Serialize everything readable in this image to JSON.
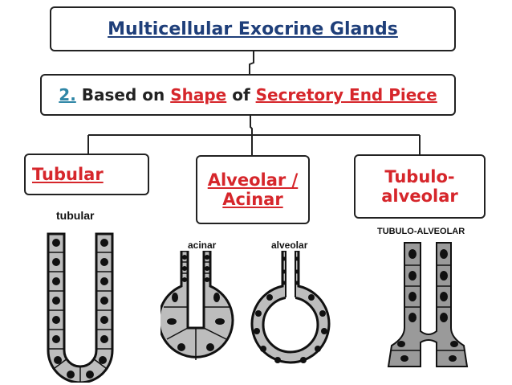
{
  "title": "Multicellular Exocrine Glands",
  "subtitle": {
    "number": "2.",
    "prefix": " Based on ",
    "shape": "Shape",
    "of": " of ",
    "piece": "Secretory End Piece"
  },
  "categories": {
    "tubular": "Tubular",
    "alveolar_line1": "Alveolar /",
    "alveolar_line2": "Acinar",
    "tubuloalveolar_line1": "Tubulo-",
    "tubuloalveolar_line2": "alveolar"
  },
  "figure_labels": {
    "tubular": "tubular",
    "acinar": "acinar",
    "alveolar": "alveolar",
    "tubuloalveolar": "TUBULO-ALVEOLAR"
  },
  "colors": {
    "title": "#1f3f7a",
    "number": "#2e86a6",
    "highlight": "#d6262b",
    "cell_fill": "#bdbdbd",
    "nucleus": "#1a1a1a"
  }
}
